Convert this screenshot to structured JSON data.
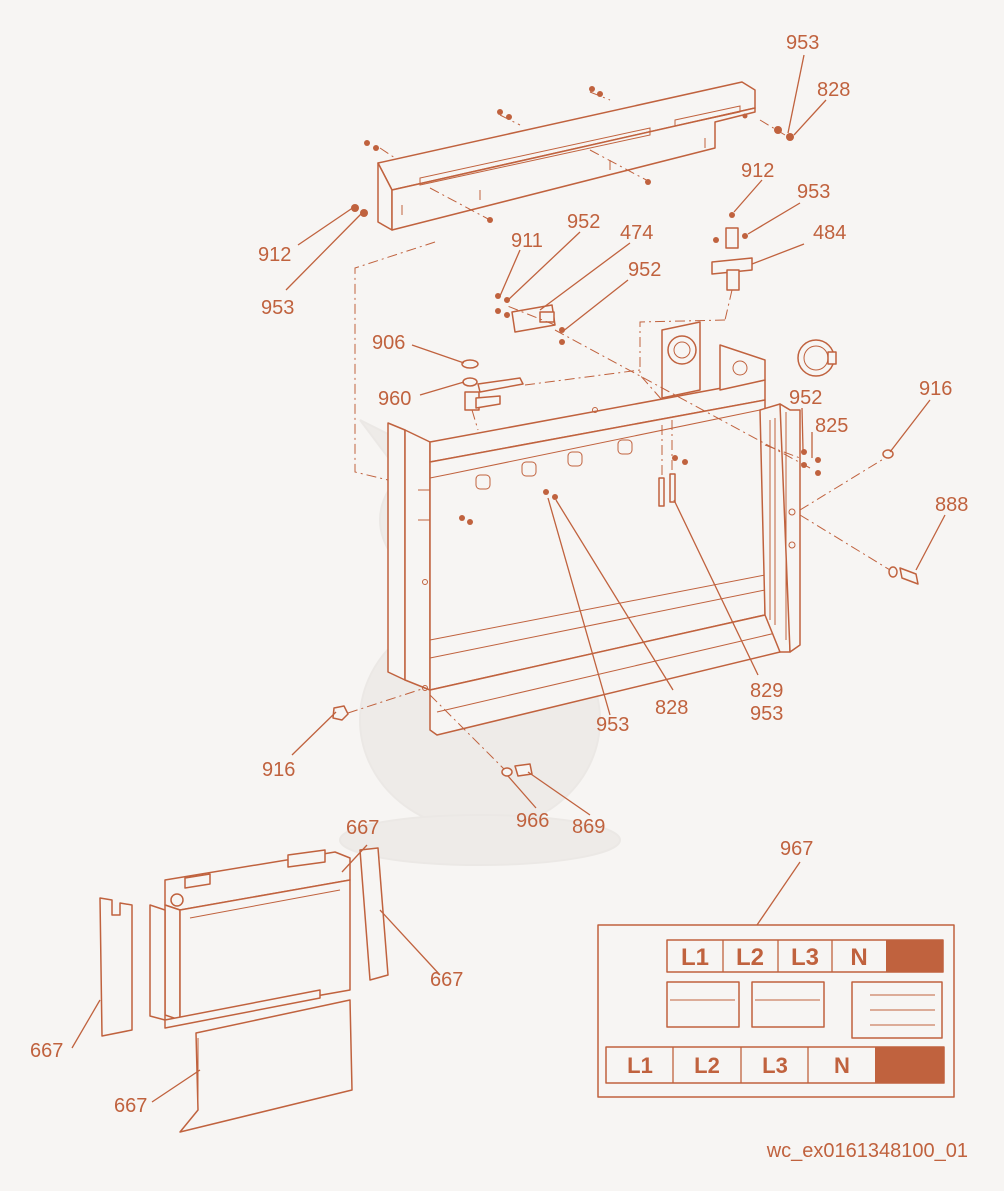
{
  "callouts": [
    {
      "id": "c953a",
      "text": "953"
    },
    {
      "id": "c828a",
      "text": "828"
    },
    {
      "id": "c912a",
      "text": "912"
    },
    {
      "id": "c953b",
      "text": "953"
    },
    {
      "id": "c912b",
      "text": "912"
    },
    {
      "id": "c953c",
      "text": "953"
    },
    {
      "id": "c911",
      "text": "911"
    },
    {
      "id": "c952a",
      "text": "952"
    },
    {
      "id": "c474",
      "text": "474"
    },
    {
      "id": "c484",
      "text": "484"
    },
    {
      "id": "c952b",
      "text": "952"
    },
    {
      "id": "c906",
      "text": "906"
    },
    {
      "id": "c960",
      "text": "960"
    },
    {
      "id": "c952c",
      "text": "952"
    },
    {
      "id": "c916a",
      "text": "916"
    },
    {
      "id": "c825",
      "text": "825"
    },
    {
      "id": "c888",
      "text": "888"
    },
    {
      "id": "c829",
      "text": "829"
    },
    {
      "id": "c953d",
      "text": "953"
    },
    {
      "id": "c828b",
      "text": "828"
    },
    {
      "id": "c953e",
      "text": "953"
    },
    {
      "id": "c916b",
      "text": "916"
    },
    {
      "id": "c966",
      "text": "966"
    },
    {
      "id": "c869",
      "text": "869"
    },
    {
      "id": "c667a",
      "text": "667"
    },
    {
      "id": "c967",
      "text": "967"
    },
    {
      "id": "c667b",
      "text": "667"
    },
    {
      "id": "c667c",
      "text": "667"
    },
    {
      "id": "c667d",
      "text": "667"
    }
  ],
  "label_967": {
    "top_row": [
      "L1",
      "L2",
      "L3",
      "N"
    ],
    "bottom_row": [
      "L1",
      "L2",
      "L3",
      "N"
    ]
  },
  "document_id": "wc_ex0161348100_01",
  "colors": {
    "line": "#c0623e",
    "background": "#f7f5f3"
  }
}
